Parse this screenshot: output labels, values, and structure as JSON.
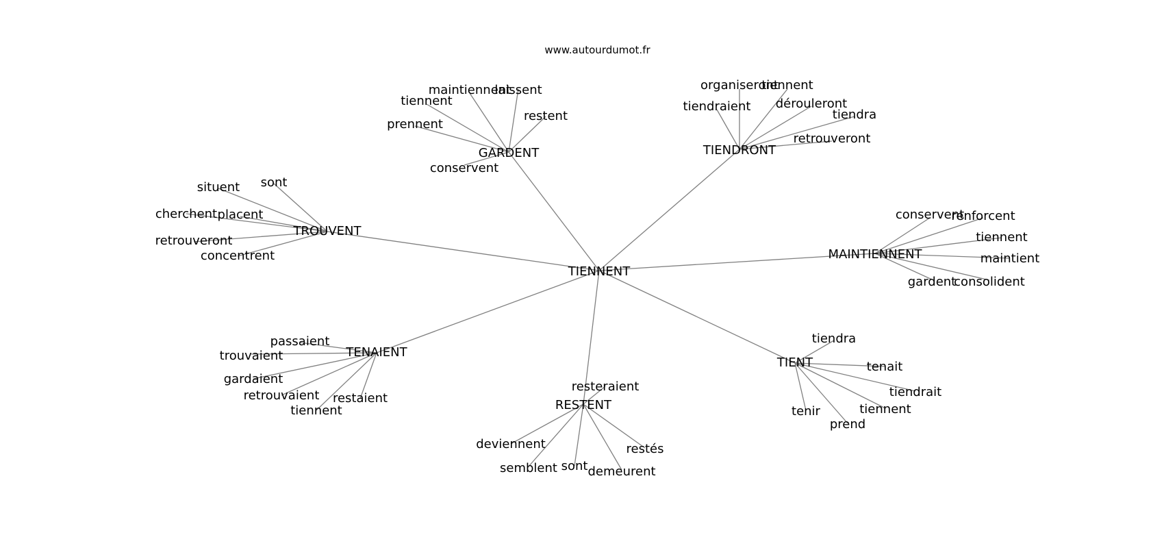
{
  "watermark": "www.autourdumot.fr",
  "graph": {
    "center": "TIENNENT",
    "clusters": [
      {
        "hub": "GARDENT",
        "leaves": [
          "maintiennent",
          "laissent",
          "tiennent",
          "restent",
          "prennent",
          "conservent"
        ]
      },
      {
        "hub": "TIENDRONT",
        "leaves": [
          "organiseront",
          "tiennent",
          "tiendraient",
          "dérouleront",
          "tiendra",
          "retrouveront"
        ]
      },
      {
        "hub": "TROUVENT",
        "leaves": [
          "situent",
          "sont",
          "cherchent",
          "placent",
          "retrouveront",
          "concentrent"
        ]
      },
      {
        "hub": "MAINTIENNENT",
        "leaves": [
          "conservent",
          "renforcent",
          "tiennent",
          "maintient",
          "gardent",
          "consolident"
        ]
      },
      {
        "hub": "TENAIENT",
        "leaves": [
          "passaient",
          "trouvaient",
          "gardaient",
          "retrouvaient",
          "restaient",
          "tiennent"
        ]
      },
      {
        "hub": "RESTENT",
        "leaves": [
          "resteraient",
          "deviennent",
          "restés",
          "semblent",
          "sont",
          "demeurent"
        ]
      },
      {
        "hub": "TIENT",
        "leaves": [
          "tiendra",
          "tenait",
          "tiendrait",
          "tiennent",
          "tenir",
          "prend"
        ]
      }
    ]
  }
}
